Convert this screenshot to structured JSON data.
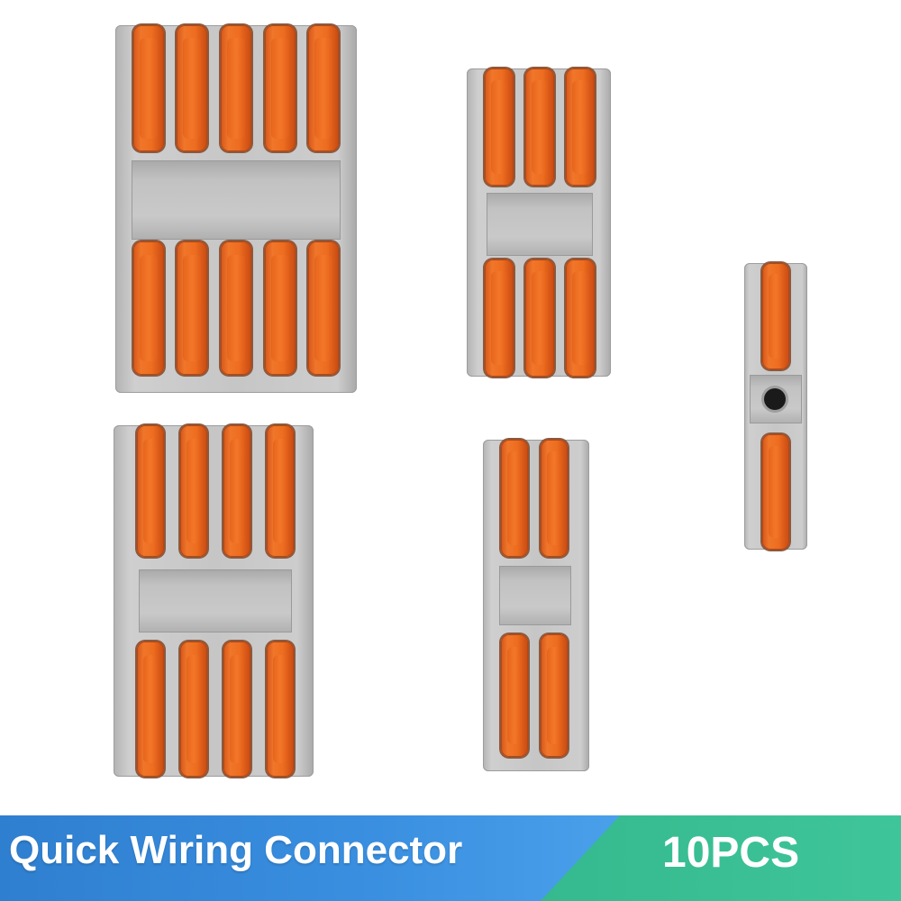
{
  "banner": {
    "title": "Quick Wiring Connector",
    "quantity": "10PCS",
    "left_color": "#3a8fe0",
    "right_color": "#3fc59a"
  },
  "product": {
    "lever_color": "#ee6d20",
    "housing_color": "#c6c6c6",
    "connectors": [
      {
        "name": "5-pole connector",
        "levers_per_side": 5
      },
      {
        "name": "3-pole connector",
        "levers_per_side": 3
      },
      {
        "name": "1-pole connector",
        "levers_per_side": 1
      },
      {
        "name": "4-pole connector",
        "levers_per_side": 4
      },
      {
        "name": "2-pole connector",
        "levers_per_side": 2
      }
    ]
  }
}
